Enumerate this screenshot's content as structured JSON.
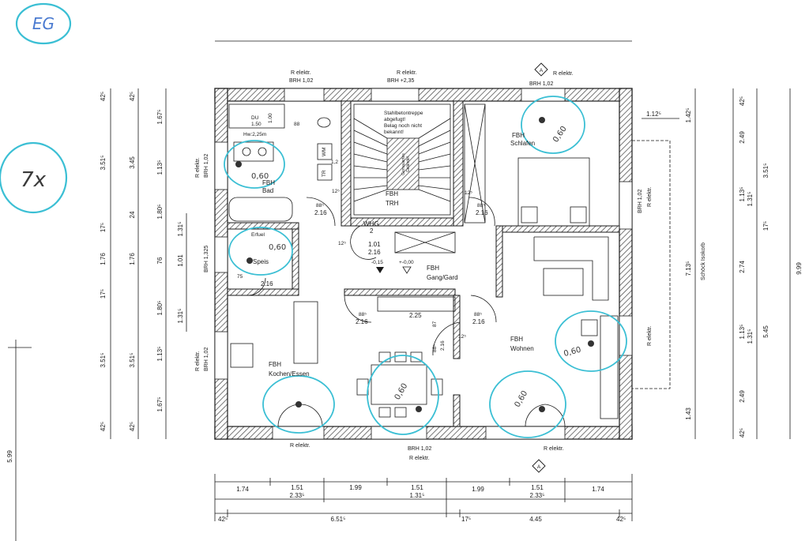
{
  "colors": {
    "ink": "#1a1a1a",
    "wall_hatch": "#555555",
    "marker": "#3bbfd4"
  },
  "handwritten": {
    "floor_tag": "EG",
    "multiplier": "7x"
  },
  "rooms": {
    "bad": [
      "FBH",
      "Bad"
    ],
    "speis": "Speis",
    "trh": [
      "FBH",
      "TRH"
    ],
    "whg": [
      "WHG",
      "2"
    ],
    "schlafen": [
      "FBH",
      "Schlafen"
    ],
    "gang": [
      "FBH",
      "Gang/Gard"
    ],
    "wohnen": [
      "FBH",
      "Wohnen"
    ],
    "kochen": [
      "FBH",
      "Kochen/Essen"
    ]
  },
  "notes": {
    "stair": [
      "Stahlbetontreppe",
      "abgefugt!",
      "Belag noch nicht",
      "bekannt!"
    ],
    "stair_inner": [
      "Gemauertes",
      "Gelände!"
    ],
    "du": "DU",
    "du_w": "1.50",
    "du_h": "1.00",
    "hw": "Hw:2,25m",
    "wm": "WM",
    "tr": "TR",
    "bad_width": "88",
    "stair_rise": "1,2",
    "erfuel": "Erfuel",
    "schoeck": "Schöck Isokorb"
  },
  "elektr": {
    "top_left": [
      "R elektr.",
      "BRH 1,02"
    ],
    "top_mid": [
      "R elektr.",
      "BRH +2,35"
    ],
    "top_right": [
      "R elektr.",
      "BRH 1,02"
    ],
    "left_bad": [
      "R elektr.",
      "BRH 1,02"
    ],
    "left_speis": "BRH 1,325",
    "left_kochen": [
      "R elektr.",
      "BRH 1,02"
    ],
    "right_schlafen": [
      "BRH 1,02",
      "R elektr."
    ],
    "right_wohnen": "R elektr.",
    "bottom_left": "R elektr.",
    "bottom_mid": [
      "BRH 1,02",
      "R elektr."
    ],
    "bottom_right": "R elektr."
  },
  "section_marker": "A",
  "levels": {
    "whg": "-0,15",
    "gang": "+-0,00"
  },
  "openings": {
    "bad_door": [
      "88⁵",
      "2.16",
      "12⁵"
    ],
    "schlafen_door": [
      "88⁵",
      "2.16",
      "12⁵"
    ],
    "whg_door": [
      "1.01",
      "2.16",
      "12⁵"
    ],
    "speis_door": [
      "75",
      "2.16"
    ],
    "kochen_door": [
      "88⁵",
      "2.16"
    ],
    "wohnen_door": [
      "88⁵",
      "2.16",
      "12⁵"
    ],
    "gard_width": "2.25",
    "small_door": [
      "88⁵",
      "2.16",
      "87"
    ]
  },
  "handwritten_values": {
    "bad": "0,60",
    "speis": "0,60",
    "schlafen": "0,60",
    "wohnen": "0,60",
    "kochen_mid": "0,60",
    "wohnen_bottom": "0,60"
  },
  "dims_bottom": {
    "row1": [
      "1.74",
      "1.51",
      "1.99",
      "1.51",
      "1.99",
      "1.51",
      "1.74"
    ],
    "row2": [
      "2.33⁵",
      "1.31⁵",
      "2.33⁵"
    ],
    "row3": [
      "42⁵",
      "6.51⁵",
      "17⁵",
      "4.45",
      "42⁵"
    ]
  },
  "dims_left_a": [
    "42⁵",
    "3.51⁵",
    "17⁵",
    "1.76",
    "17⁵",
    "3.51⁵",
    "42⁵"
  ],
  "dims_left_b": [
    "42⁵",
    "3.45",
    "24",
    "1.76",
    "3.51⁵",
    "42⁵"
  ],
  "dims_left_c": [
    "1.67⁵",
    "1.13⁵",
    "1.80⁵",
    "76",
    "1.80⁵",
    "1.13⁵",
    "1.67⁵"
  ],
  "dims_left_d": [
    "1.31⁵",
    "1.01",
    "1.31⁵"
  ],
  "dims_left_total": "5.99",
  "dims_right_a": [
    "1.12⁵",
    "1.42⁵",
    "7.13⁵",
    "1.43"
  ],
  "dims_right_b": [
    "42⁵",
    "2.49",
    "1.13⁵",
    "1.31⁵",
    "2.74",
    "1.13⁵",
    "1.31⁵",
    "2.49",
    "42⁵"
  ],
  "dims_right_c": [
    "3.51⁵",
    "17⁵",
    "5.45"
  ],
  "dims_right_total": "9.99"
}
